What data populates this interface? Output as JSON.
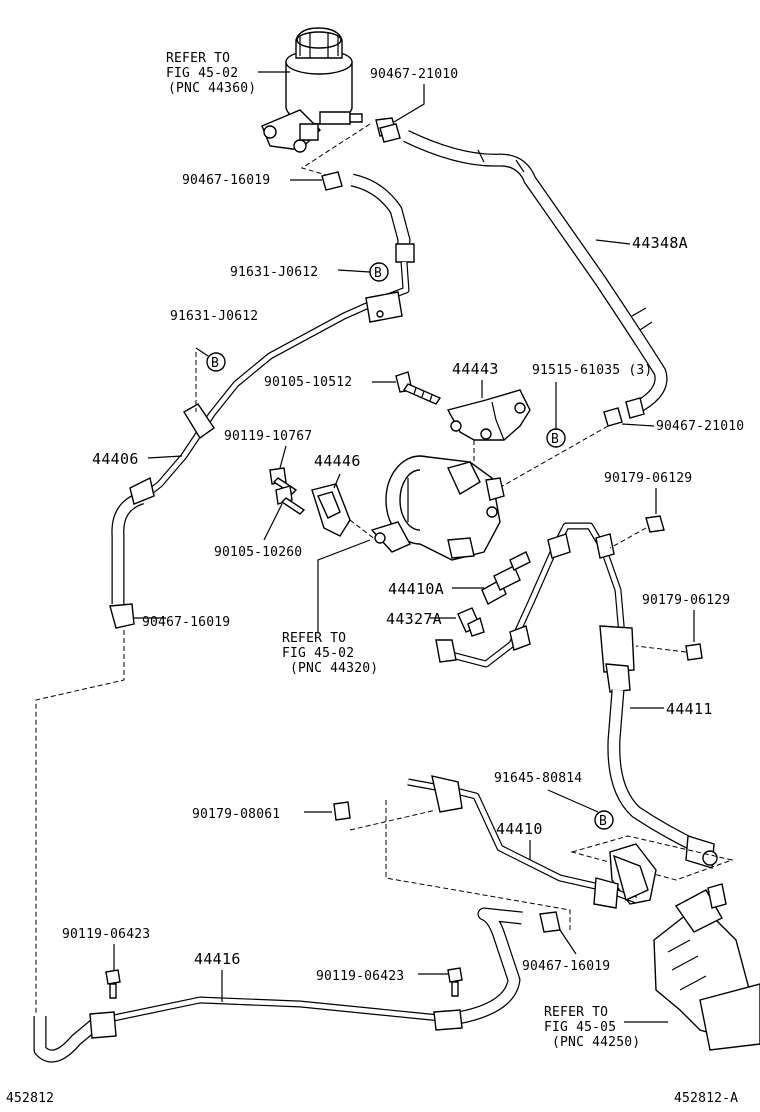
{
  "labels": {
    "refer_reservoir": [
      "REFER TO",
      "FIG 45-02",
      "(PNC 44360)"
    ],
    "clip_90467_21010_top": "90467-21010",
    "clip_90467_16019_top": "90467-16019",
    "hose_44348A": "44348A",
    "bolt_91631_j0612_a": "91631-J0612",
    "bolt_91631_j0612_b": "91631-J0612",
    "bracket_44443": "44443",
    "bolt_90105_10512": "90105-10512",
    "bolt_91515_61035": "91515-61035 (3)",
    "clip_90467_21010_right": "90467-21010",
    "bolt_90119_10767": "90119-10767",
    "hose_44406": "44406",
    "bracket_44446": "44446",
    "nut_90179_06129_a": "90179-06129",
    "bolt_90105_10260": "90105-10260",
    "fitting_44410A": "44410A",
    "union_44327A": "44327A",
    "nut_90179_06129_b": "90179-06129",
    "clip_90467_16019_left": "90467-16019",
    "refer_pump": [
      "REFER TO",
      "FIG 45-02",
      "(PNC 44320)"
    ],
    "hose_44411": "44411",
    "bolt_91645_80814": "91645-80814",
    "nut_90179_08061": "90179-08061",
    "tube_44410": "44410",
    "bolt_90119_06423_a": "90119-06423",
    "tube_44416": "44416",
    "bolt_90119_06423_b": "90119-06423",
    "clip_90467_16019_bottom": "90467-16019",
    "refer_gear": [
      "REFER TO",
      "FIG 45-05",
      "(PNC 44250)"
    ],
    "id_left": "452812",
    "id_right": "452812-A",
    "mark_b": "B"
  }
}
